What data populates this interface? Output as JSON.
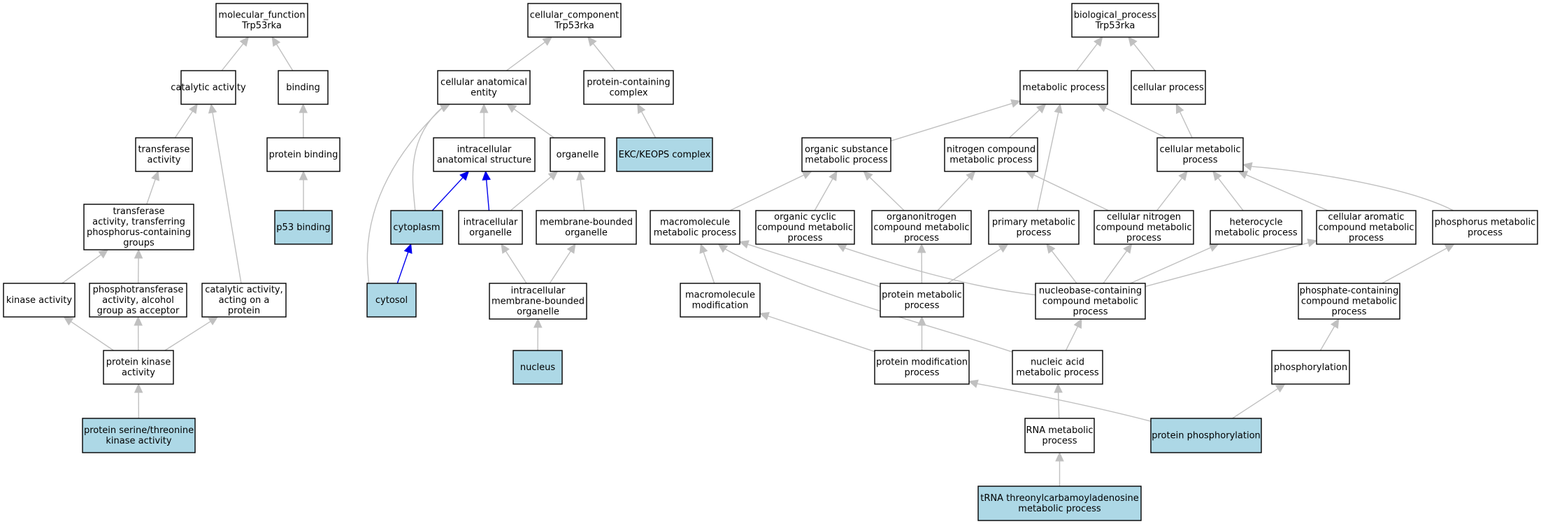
{
  "colors": {
    "background": "#ffffff",
    "node_fill": "#ffffff",
    "highlight_fill": "#add8e6",
    "node_border": "#000000",
    "edge": "#c0c0c0",
    "highlight_edge": "#0000ee"
  },
  "nodes": [
    {
      "id": "mf",
      "lines": [
        "molecular_function",
        "Trp53rka"
      ],
      "highlight": false
    },
    {
      "id": "cat_act",
      "lines": [
        "catalytic activity"
      ],
      "highlight": false
    },
    {
      "id": "binding",
      "lines": [
        "binding"
      ],
      "highlight": false
    },
    {
      "id": "transferase",
      "lines": [
        "transferase",
        "activity"
      ],
      "highlight": false
    },
    {
      "id": "protein_binding",
      "lines": [
        "protein binding"
      ],
      "highlight": false
    },
    {
      "id": "transf_phos",
      "lines": [
        "transferase",
        "activity, transferring",
        "phosphorus-containing",
        "groups"
      ],
      "highlight": false
    },
    {
      "id": "p53_binding",
      "lines": [
        "p53 binding"
      ],
      "highlight": true
    },
    {
      "id": "kinase",
      "lines": [
        "kinase activity"
      ],
      "highlight": false
    },
    {
      "id": "phosphotransferase",
      "lines": [
        "phosphotransferase",
        "activity, alcohol",
        "group as acceptor"
      ],
      "highlight": false
    },
    {
      "id": "cat_protein",
      "lines": [
        "catalytic activity,",
        "acting on a",
        "protein"
      ],
      "highlight": false
    },
    {
      "id": "protein_kinase",
      "lines": [
        "protein kinase",
        "activity"
      ],
      "highlight": false
    },
    {
      "id": "ser_thr_kinase",
      "lines": [
        "protein serine/threonine",
        "kinase activity"
      ],
      "highlight": true
    },
    {
      "id": "cc",
      "lines": [
        "cellular_component",
        "Trp53rka"
      ],
      "highlight": false
    },
    {
      "id": "cae",
      "lines": [
        "cellular anatomical",
        "entity"
      ],
      "highlight": false
    },
    {
      "id": "pcc",
      "lines": [
        "protein-containing",
        "complex"
      ],
      "highlight": false
    },
    {
      "id": "ias",
      "lines": [
        "intracellular",
        "anatomical structure"
      ],
      "highlight": false
    },
    {
      "id": "organelle",
      "lines": [
        "organelle"
      ],
      "highlight": false
    },
    {
      "id": "ekc",
      "lines": [
        "EKC/KEOPS complex"
      ],
      "highlight": true
    },
    {
      "id": "cytoplasm",
      "lines": [
        "cytoplasm"
      ],
      "highlight": true
    },
    {
      "id": "intra_org",
      "lines": [
        "intracellular",
        "organelle"
      ],
      "highlight": false
    },
    {
      "id": "mbo",
      "lines": [
        "membrane-bounded",
        "organelle"
      ],
      "highlight": false
    },
    {
      "id": "cytosol",
      "lines": [
        "cytosol"
      ],
      "highlight": true
    },
    {
      "id": "imbo",
      "lines": [
        "intracellular",
        "membrane-bounded",
        "organelle"
      ],
      "highlight": false
    },
    {
      "id": "nucleus",
      "lines": [
        "nucleus"
      ],
      "highlight": true
    },
    {
      "id": "bp",
      "lines": [
        "biological_process",
        "Trp53rka"
      ],
      "highlight": false
    },
    {
      "id": "metabolic",
      "lines": [
        "metabolic process"
      ],
      "highlight": false
    },
    {
      "id": "cellular_proc",
      "lines": [
        "cellular process"
      ],
      "highlight": false
    },
    {
      "id": "org_sub",
      "lines": [
        "organic substance",
        "metabolic process"
      ],
      "highlight": false
    },
    {
      "id": "nitrogen",
      "lines": [
        "nitrogen compound",
        "metabolic process"
      ],
      "highlight": false
    },
    {
      "id": "cell_met",
      "lines": [
        "cellular metabolic",
        "process"
      ],
      "highlight": false
    },
    {
      "id": "macro_met",
      "lines": [
        "macromolecule",
        "metabolic process"
      ],
      "highlight": false
    },
    {
      "id": "org_cyclic",
      "lines": [
        "organic cyclic",
        "compound metabolic",
        "process"
      ],
      "highlight": false
    },
    {
      "id": "organonitrogen",
      "lines": [
        "organonitrogen",
        "compound metabolic",
        "process"
      ],
      "highlight": false
    },
    {
      "id": "primary",
      "lines": [
        "primary metabolic",
        "process"
      ],
      "highlight": false
    },
    {
      "id": "cell_nitrogen",
      "lines": [
        "cellular nitrogen",
        "compound metabolic",
        "process"
      ],
      "highlight": false
    },
    {
      "id": "heterocycle",
      "lines": [
        "heterocycle",
        "metabolic process"
      ],
      "highlight": false
    },
    {
      "id": "cell_aromatic",
      "lines": [
        "cellular aromatic",
        "compound metabolic",
        "process"
      ],
      "highlight": false
    },
    {
      "id": "phosphorus",
      "lines": [
        "phosphorus metabolic",
        "process"
      ],
      "highlight": false
    },
    {
      "id": "macro_mod",
      "lines": [
        "macromolecule",
        "modification"
      ],
      "highlight": false
    },
    {
      "id": "protein_met",
      "lines": [
        "protein metabolic",
        "process"
      ],
      "highlight": false
    },
    {
      "id": "nucleobase",
      "lines": [
        "nucleobase-containing",
        "compound metabolic",
        "process"
      ],
      "highlight": false
    },
    {
      "id": "phosphate",
      "lines": [
        "phosphate-containing",
        "compound metabolic",
        "process"
      ],
      "highlight": false
    },
    {
      "id": "protein_mod",
      "lines": [
        "protein modification",
        "process"
      ],
      "highlight": false
    },
    {
      "id": "nucleic_acid",
      "lines": [
        "nucleic acid",
        "metabolic process"
      ],
      "highlight": false
    },
    {
      "id": "phosphorylation",
      "lines": [
        "phosphorylation"
      ],
      "highlight": false
    },
    {
      "id": "rna_met",
      "lines": [
        "RNA metabolic",
        "process"
      ],
      "highlight": false
    },
    {
      "id": "prot_phos",
      "lines": [
        "protein phosphorylation"
      ],
      "highlight": true
    },
    {
      "id": "trna",
      "lines": [
        "tRNA threonylcarbamoyladenosine",
        "metabolic process"
      ],
      "highlight": true
    }
  ],
  "edges": [
    {
      "from": "cat_act",
      "to": "mf",
      "highlight": false
    },
    {
      "from": "binding",
      "to": "mf",
      "highlight": false
    },
    {
      "from": "transferase",
      "to": "cat_act",
      "highlight": false
    },
    {
      "from": "cat_protein",
      "to": "cat_act",
      "highlight": false
    },
    {
      "from": "protein_binding",
      "to": "binding",
      "highlight": false
    },
    {
      "from": "transf_phos",
      "to": "transferase",
      "highlight": false
    },
    {
      "from": "p53_binding",
      "to": "protein_binding",
      "highlight": false
    },
    {
      "from": "kinase",
      "to": "transf_phos",
      "highlight": false
    },
    {
      "from": "phosphotransferase",
      "to": "transf_phos",
      "highlight": false
    },
    {
      "from": "protein_kinase",
      "to": "kinase",
      "highlight": false
    },
    {
      "from": "protein_kinase",
      "to": "phosphotransferase",
      "highlight": false
    },
    {
      "from": "protein_kinase",
      "to": "cat_protein",
      "highlight": false
    },
    {
      "from": "ser_thr_kinase",
      "to": "protein_kinase",
      "highlight": false
    },
    {
      "from": "cae",
      "to": "cc",
      "highlight": false
    },
    {
      "from": "pcc",
      "to": "cc",
      "highlight": false
    },
    {
      "from": "ias",
      "to": "cae",
      "highlight": false
    },
    {
      "from": "organelle",
      "to": "cae",
      "highlight": false
    },
    {
      "from": "cytoplasm",
      "to": "cae",
      "highlight": false
    },
    {
      "from": "cytosol",
      "to": "cae",
      "highlight": false
    },
    {
      "from": "ekc",
      "to": "pcc",
      "highlight": false
    },
    {
      "from": "cytoplasm",
      "to": "ias",
      "highlight": true
    },
    {
      "from": "intra_org",
      "to": "ias",
      "highlight": true
    },
    {
      "from": "intra_org",
      "to": "organelle",
      "highlight": false
    },
    {
      "from": "mbo",
      "to": "organelle",
      "highlight": false
    },
    {
      "from": "cytosol",
      "to": "cytoplasm",
      "highlight": true
    },
    {
      "from": "imbo",
      "to": "intra_org",
      "highlight": false
    },
    {
      "from": "imbo",
      "to": "mbo",
      "highlight": false
    },
    {
      "from": "nucleus",
      "to": "imbo",
      "highlight": false
    },
    {
      "from": "metabolic",
      "to": "bp",
      "highlight": false
    },
    {
      "from": "cellular_proc",
      "to": "bp",
      "highlight": false
    },
    {
      "from": "org_sub",
      "to": "metabolic",
      "highlight": false
    },
    {
      "from": "nitrogen",
      "to": "metabolic",
      "highlight": false
    },
    {
      "from": "cell_met",
      "to": "metabolic",
      "highlight": false
    },
    {
      "from": "primary",
      "to": "metabolic",
      "highlight": false
    },
    {
      "from": "cell_met",
      "to": "cellular_proc",
      "highlight": false
    },
    {
      "from": "macro_met",
      "to": "org_sub",
      "highlight": false
    },
    {
      "from": "org_cyclic",
      "to": "org_sub",
      "highlight": false
    },
    {
      "from": "organonitrogen",
      "to": "org_sub",
      "highlight": false
    },
    {
      "from": "organonitrogen",
      "to": "nitrogen",
      "highlight": false
    },
    {
      "from": "cell_nitrogen",
      "to": "nitrogen",
      "highlight": false
    },
    {
      "from": "cell_nitrogen",
      "to": "cell_met",
      "highlight": false
    },
    {
      "from": "heterocycle",
      "to": "cell_met",
      "highlight": false
    },
    {
      "from": "cell_aromatic",
      "to": "cell_met",
      "highlight": false
    },
    {
      "from": "phosphorus",
      "to": "cell_met",
      "highlight": false
    },
    {
      "from": "macro_mod",
      "to": "macro_met",
      "highlight": false
    },
    {
      "from": "protein_met",
      "to": "macro_met",
      "highlight": false
    },
    {
      "from": "nucleic_acid",
      "to": "macro_met",
      "highlight": false
    },
    {
      "from": "protein_met",
      "to": "organonitrogen",
      "highlight": false
    },
    {
      "from": "protein_met",
      "to": "primary",
      "highlight": false
    },
    {
      "from": "nucleobase",
      "to": "org_cyclic",
      "highlight": false
    },
    {
      "from": "nucleobase",
      "to": "primary",
      "highlight": false
    },
    {
      "from": "nucleobase",
      "to": "cell_nitrogen",
      "highlight": false
    },
    {
      "from": "nucleobase",
      "to": "heterocycle",
      "highlight": false
    },
    {
      "from": "nucleobase",
      "to": "cell_aromatic",
      "highlight": false
    },
    {
      "from": "phosphate",
      "to": "phosphorus",
      "highlight": false
    },
    {
      "from": "protein_mod",
      "to": "macro_mod",
      "highlight": false
    },
    {
      "from": "protein_mod",
      "to": "protein_met",
      "highlight": false
    },
    {
      "from": "nucleic_acid",
      "to": "nucleobase",
      "highlight": false
    },
    {
      "from": "phosphorylation",
      "to": "phosphate",
      "highlight": false
    },
    {
      "from": "rna_met",
      "to": "nucleic_acid",
      "highlight": false
    },
    {
      "from": "prot_phos",
      "to": "protein_mod",
      "highlight": false
    },
    {
      "from": "prot_phos",
      "to": "phosphorylation",
      "highlight": false
    },
    {
      "from": "trna",
      "to": "rna_met",
      "highlight": false
    }
  ]
}
